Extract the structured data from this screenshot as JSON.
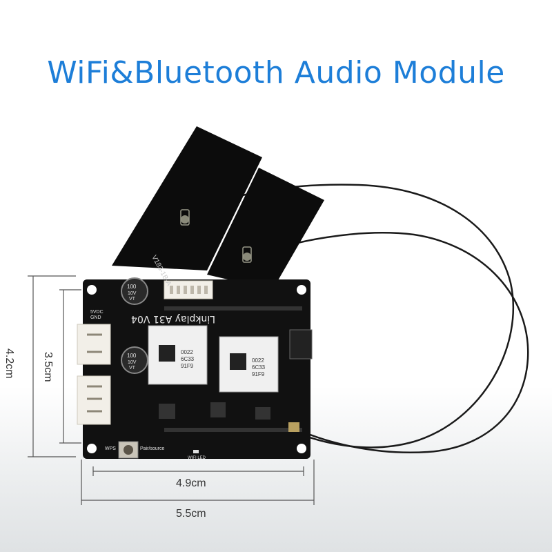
{
  "title": "WiFi&Bluetooth Audio Module",
  "dimensions": {
    "height_outer": "4.2cm",
    "height_inner": "3.5cm",
    "width_inner": "4.9cm",
    "width_outer": "5.5cm"
  },
  "board": {
    "model_text": "Linkplay A31 V04",
    "antenna_label": "V183-1B-A",
    "qr_text_1": [
      "0022",
      "6C33",
      "91F9"
    ],
    "qr_text_2": [
      "0022",
      "6C33",
      "91F9"
    ],
    "cap_text": [
      "100",
      "10V",
      "VT"
    ],
    "power_label": [
      "5VDC",
      "GND"
    ],
    "button_left": "WPS",
    "button_right": "Pair/source",
    "led_label": "WIFI LED"
  },
  "colors": {
    "title": "#1d7ed8",
    "pcb": "#111111",
    "antenna": "#0c0c0c",
    "connector": "#f2efe8"
  }
}
